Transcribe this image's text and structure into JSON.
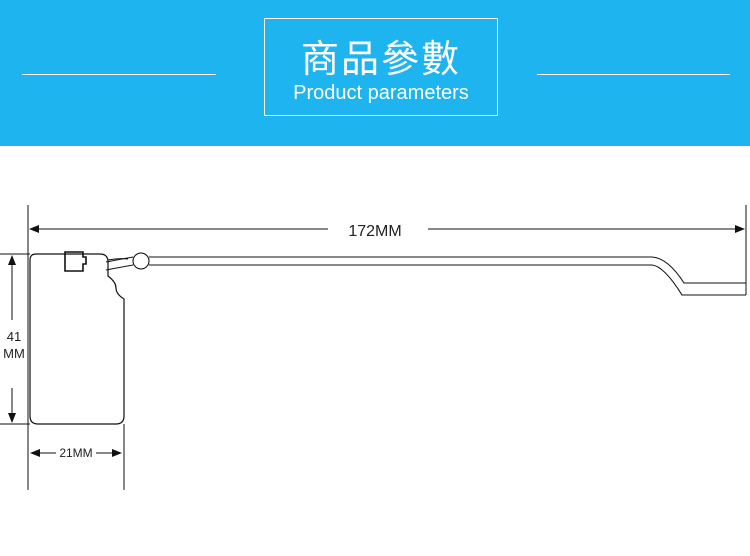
{
  "header": {
    "title_cn": "商品參數",
    "title_en": "Product parameters"
  },
  "diagram": {
    "total_length": "172MM",
    "head_height_value": "41",
    "head_height_unit": "MM",
    "head_width": "21MM"
  },
  "colors": {
    "banner": "#1eb4ef",
    "line": "#111111"
  }
}
